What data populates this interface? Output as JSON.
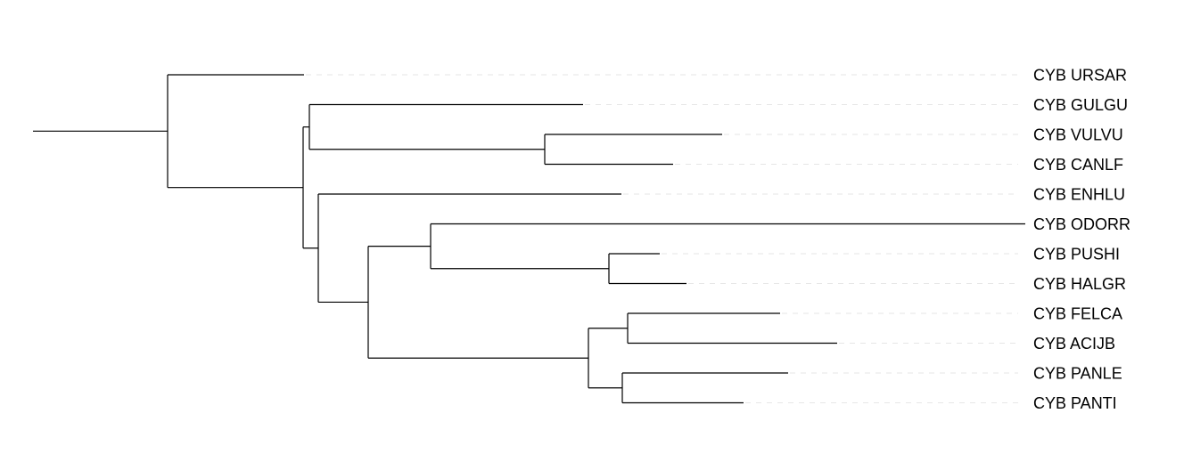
{
  "tree": {
    "stem_length": 0.151,
    "children": [
      {
        "name": "CYB URSAR",
        "length": 0.153
      },
      {
        "length": 0.152,
        "children": [
          {
            "length": 0.007,
            "children": [
              {
                "name": "CYB GULGU",
                "length": 0.307
              },
              {
                "length": 0.264,
                "children": [
                  {
                    "name": "CYB VULVU",
                    "length": 0.199
                  },
                  {
                    "name": "CYB CANLF",
                    "length": 0.144
                  }
                ]
              }
            ]
          },
          {
            "length": 0.017,
            "children": [
              {
                "name": "CYB ENHLU",
                "length": 0.34
              },
              {
                "length": 0.056,
                "children": [
                  {
                    "length": 0.07,
                    "children": [
                      {
                        "name": "CYB ODORR",
                        "length": 0.667
                      },
                      {
                        "length": 0.2,
                        "children": [
                          {
                            "name": "CYB PUSHI",
                            "length": 0.057
                          },
                          {
                            "name": "CYB HALGR",
                            "length": 0.087
                          }
                        ]
                      }
                    ]
                  },
                  {
                    "length": 0.247,
                    "children": [
                      {
                        "length": 0.044,
                        "children": [
                          {
                            "name": "CYB FELCA",
                            "length": 0.171
                          },
                          {
                            "name": "CYB ACIJB",
                            "length": 0.235
                          }
                        ]
                      },
                      {
                        "length": 0.038,
                        "children": [
                          {
                            "name": "CYB PANLE",
                            "length": 0.186
                          },
                          {
                            "name": "CYB PANTI",
                            "length": 0.136
                          }
                        ]
                      }
                    ]
                  }
                ]
              }
            ]
          }
        ]
      }
    ]
  },
  "colors": {
    "branch": "#000000",
    "guide": "#e6e6e6",
    "label": "#000000"
  }
}
